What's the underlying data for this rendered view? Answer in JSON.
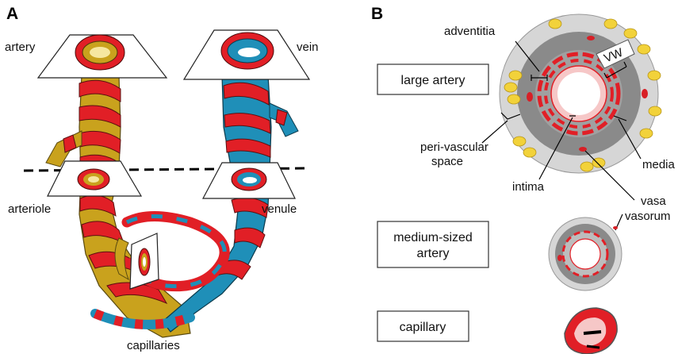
{
  "panel_a": {
    "letter": "A",
    "labels": {
      "artery": "artery",
      "vein": "vein",
      "arteriole": "arteriole",
      "venule": "venule",
      "capillaries": "capillaries"
    }
  },
  "panel_b": {
    "letter": "B",
    "boxes": {
      "large_artery": "large artery",
      "medium_line1": "medium-sized",
      "medium_line2": "artery",
      "capillary": "capillary"
    },
    "labels": {
      "adventitia": "adventitia",
      "vw": "VW",
      "perivascular_line1": "peri-vascular",
      "perivascular_line2": "space",
      "intima": "intima",
      "media": "media",
      "vasa_line1": "vasa",
      "vasa_line2": "vasorum"
    }
  },
  "colors": {
    "artery_red": "#e11f26",
    "smooth_muscle_gold": "#c9a21d",
    "vein_blue": "#1f8fb8",
    "media_gray": "#8a8a8a",
    "adventitia_gray": "#c9c9c9",
    "adipocyte_yellow": "#f2d23a",
    "lumen_pink": "#f6c7c7"
  }
}
